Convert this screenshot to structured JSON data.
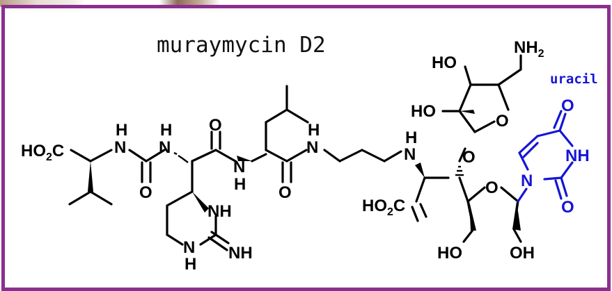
{
  "title": "muraymycin D2",
  "annotation": "uracil",
  "colors": {
    "frame": "#8b2f8f",
    "uracil": "#1515d6",
    "bonds": "#000000"
  },
  "labels": {
    "ho2c_left": "HO",
    "ho2c_left_sub": "2",
    "ho2c_left_end": "C",
    "urea_nh1": "N",
    "urea_nh1_h": "H",
    "urea_o": "O",
    "urea_nh2": "N",
    "urea_nh2_h": "H",
    "amide1_o": "O",
    "amide1_n": "N",
    "amide1_h": "H",
    "amide2_o": "O",
    "amide2_n": "N",
    "amide2_h": "H",
    "ring_nh_top": "NH",
    "ring_nh_bottom": "N",
    "ring_nh_bottom_h": "H",
    "imine": "NH",
    "amine_n": "N",
    "amine_h": "H",
    "ho2c_mid": "HO",
    "ho2c_mid_sub": "2",
    "ho2c_mid_end": "C",
    "ether_o": "O",
    "sugar_top_o": "O",
    "sugar_top_ho1": "HO",
    "sugar_top_ho2": "HO",
    "nh2": "NH",
    "nh2_sub": "2",
    "ribose_o": "O",
    "ribose_ho1": "HO",
    "ribose_oh2": "OH",
    "uracil_n1": "N",
    "uracil_o_top": "O",
    "uracil_nh": "NH",
    "uracil_o_bottom": "O"
  }
}
